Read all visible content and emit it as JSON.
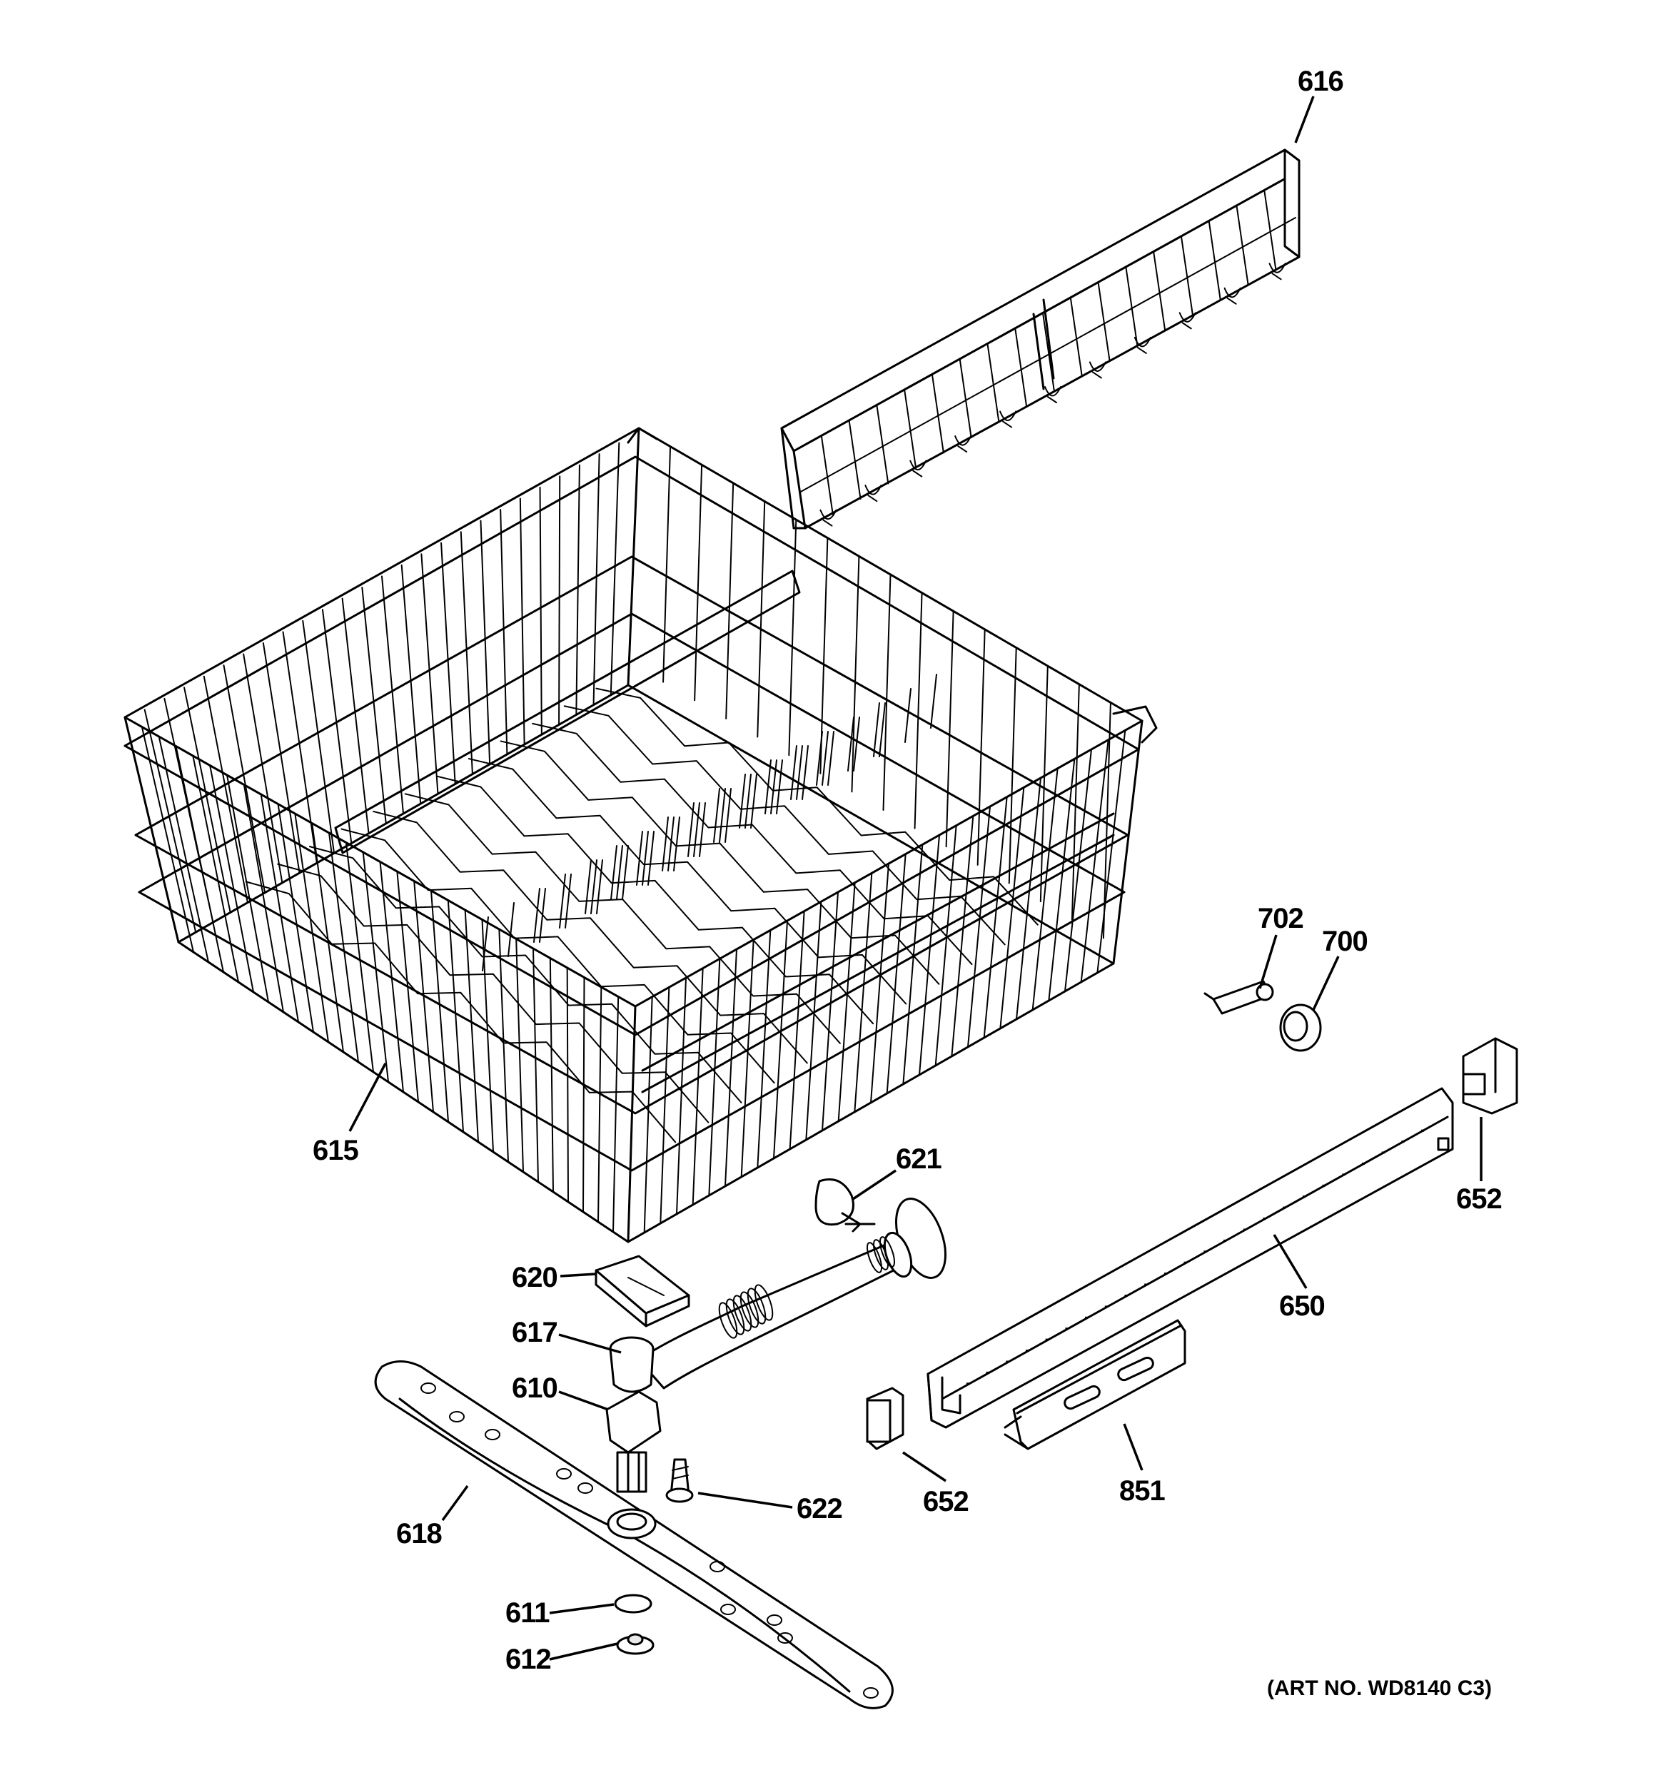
{
  "diagram": {
    "art_number": "(ART NO. WD8140 C3)",
    "callouts": {
      "c616": "616",
      "c615": "615",
      "c702": "702",
      "c700": "700",
      "c652a": "652",
      "c621": "621",
      "c650": "650",
      "c620": "620",
      "c617": "617",
      "c610": "610",
      "c652b": "652",
      "c851": "851",
      "c622": "622",
      "c618": "618",
      "c611": "611",
      "c612": "612"
    }
  }
}
